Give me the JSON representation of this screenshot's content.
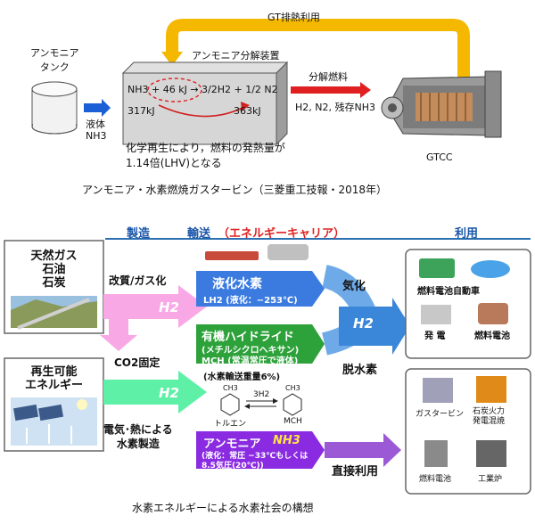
{
  "top": {
    "gt_waste_heat": "GT排熱利用",
    "ammonia_tank": "アンモニア\nタンク",
    "liquid": "液体",
    "nh3_label": "NH3",
    "decomposer": "アンモニア分解装置",
    "equation": "NH3 + 46 kJ → 3/2H2 + 1/2 N2",
    "val_left": "317kJ",
    "val_right": "363kJ",
    "decomposed_fuel": "分解燃料",
    "fuel_components": "H2, N2, 残存NH3",
    "gtcc": "GTCC",
    "note_line1": "化学再生により，燃料の発熱量が",
    "note_line2": "1.14倍(LHV)となる",
    "caption": "アンモニア・水素燃焼ガスタービン（三菱重工技報・2018年）"
  },
  "bottom": {
    "header_production": "製造",
    "header_transport": "輸送",
    "header_carrier": "（エネルギーキャリア）",
    "header_use": "利用",
    "source_fossil": "天然ガス\n石油\n石炭",
    "source_renewable": "再生可能\nエネルギー",
    "reform": "改質/ガス化",
    "h2_a": "H2",
    "co2": "CO2固定",
    "h2_b": "H2",
    "electric_heat": "電気･熱による\n水素製造",
    "liquid_h2_title": "液化水素",
    "liquid_h2_sub": "LH2 (液化：−253℃)",
    "organic_title": "有機ハイドライド",
    "organic_sub1": "(メチルシクロヘキサン)",
    "organic_sub2": "MCH (常温常圧で液体)",
    "mass_ratio": "(水素輸送重量6%)",
    "toluene": "トルエン",
    "mch": "MCH",
    "h3_label": "3H2",
    "ch3_a": "CH3",
    "ch3_b": "CH3",
    "ammonia_title": "アンモニア",
    "ammonia_formula": "NH3",
    "ammonia_sub1": "(液化：常圧 −33℃もしくは",
    "ammonia_sub2": "8.5気圧(20℃))",
    "vaporize": "気化",
    "h2_center": "H2",
    "dehydro": "脱水素",
    "direct_use": "直接利用",
    "use_fcv": "燃料電池自動車",
    "use_power": "発 電",
    "use_fc": "燃料電池",
    "use_gt": "ガスタービン",
    "use_coal": "石炭火力\n発電混焼",
    "use_fc2": "燃料電池",
    "use_furnace": "工業炉",
    "caption": "水素エネルギーによる水素社会の構想"
  }
}
